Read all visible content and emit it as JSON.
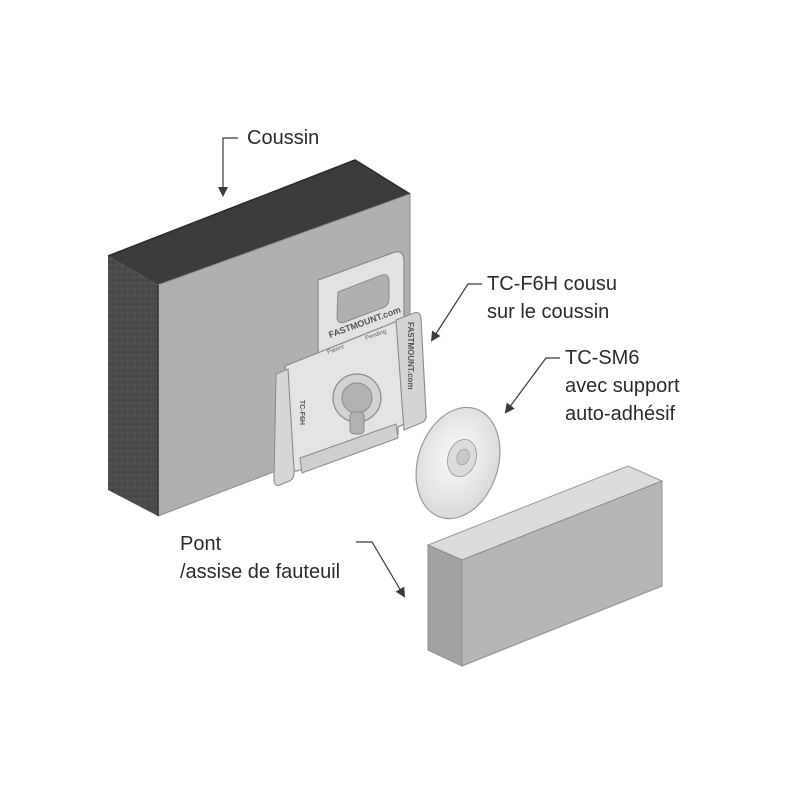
{
  "labels": {
    "cushion": "Coussin",
    "clip_line1": "TC-F6H cousu",
    "clip_line2": "sur le coussin",
    "button_line1": "TC-SM6",
    "button_line2": "avec support",
    "button_line3": "auto-adhésif",
    "base_line1": "Pont",
    "base_line2": "/assise de fauteuil"
  },
  "clip_markings": {
    "brand_upper": "FASTMOUNT.com",
    "brand_side": "FASTMOUNT.com",
    "word_left": "Patent",
    "word_right": "Pending",
    "model": "TC-F6H"
  },
  "colors": {
    "cushion_face": "#b0b0b0",
    "cushion_foam": "#4a4a48",
    "cushion_top": "#3c3c3a",
    "clip": "#e2e2e2",
    "button": "#efefef",
    "base_face": "#b6b6b6",
    "base_top": "#dcdcdc",
    "base_side": "#9c9c9c",
    "text": "#2b2b2b",
    "arrow": "#3a3a3a"
  }
}
